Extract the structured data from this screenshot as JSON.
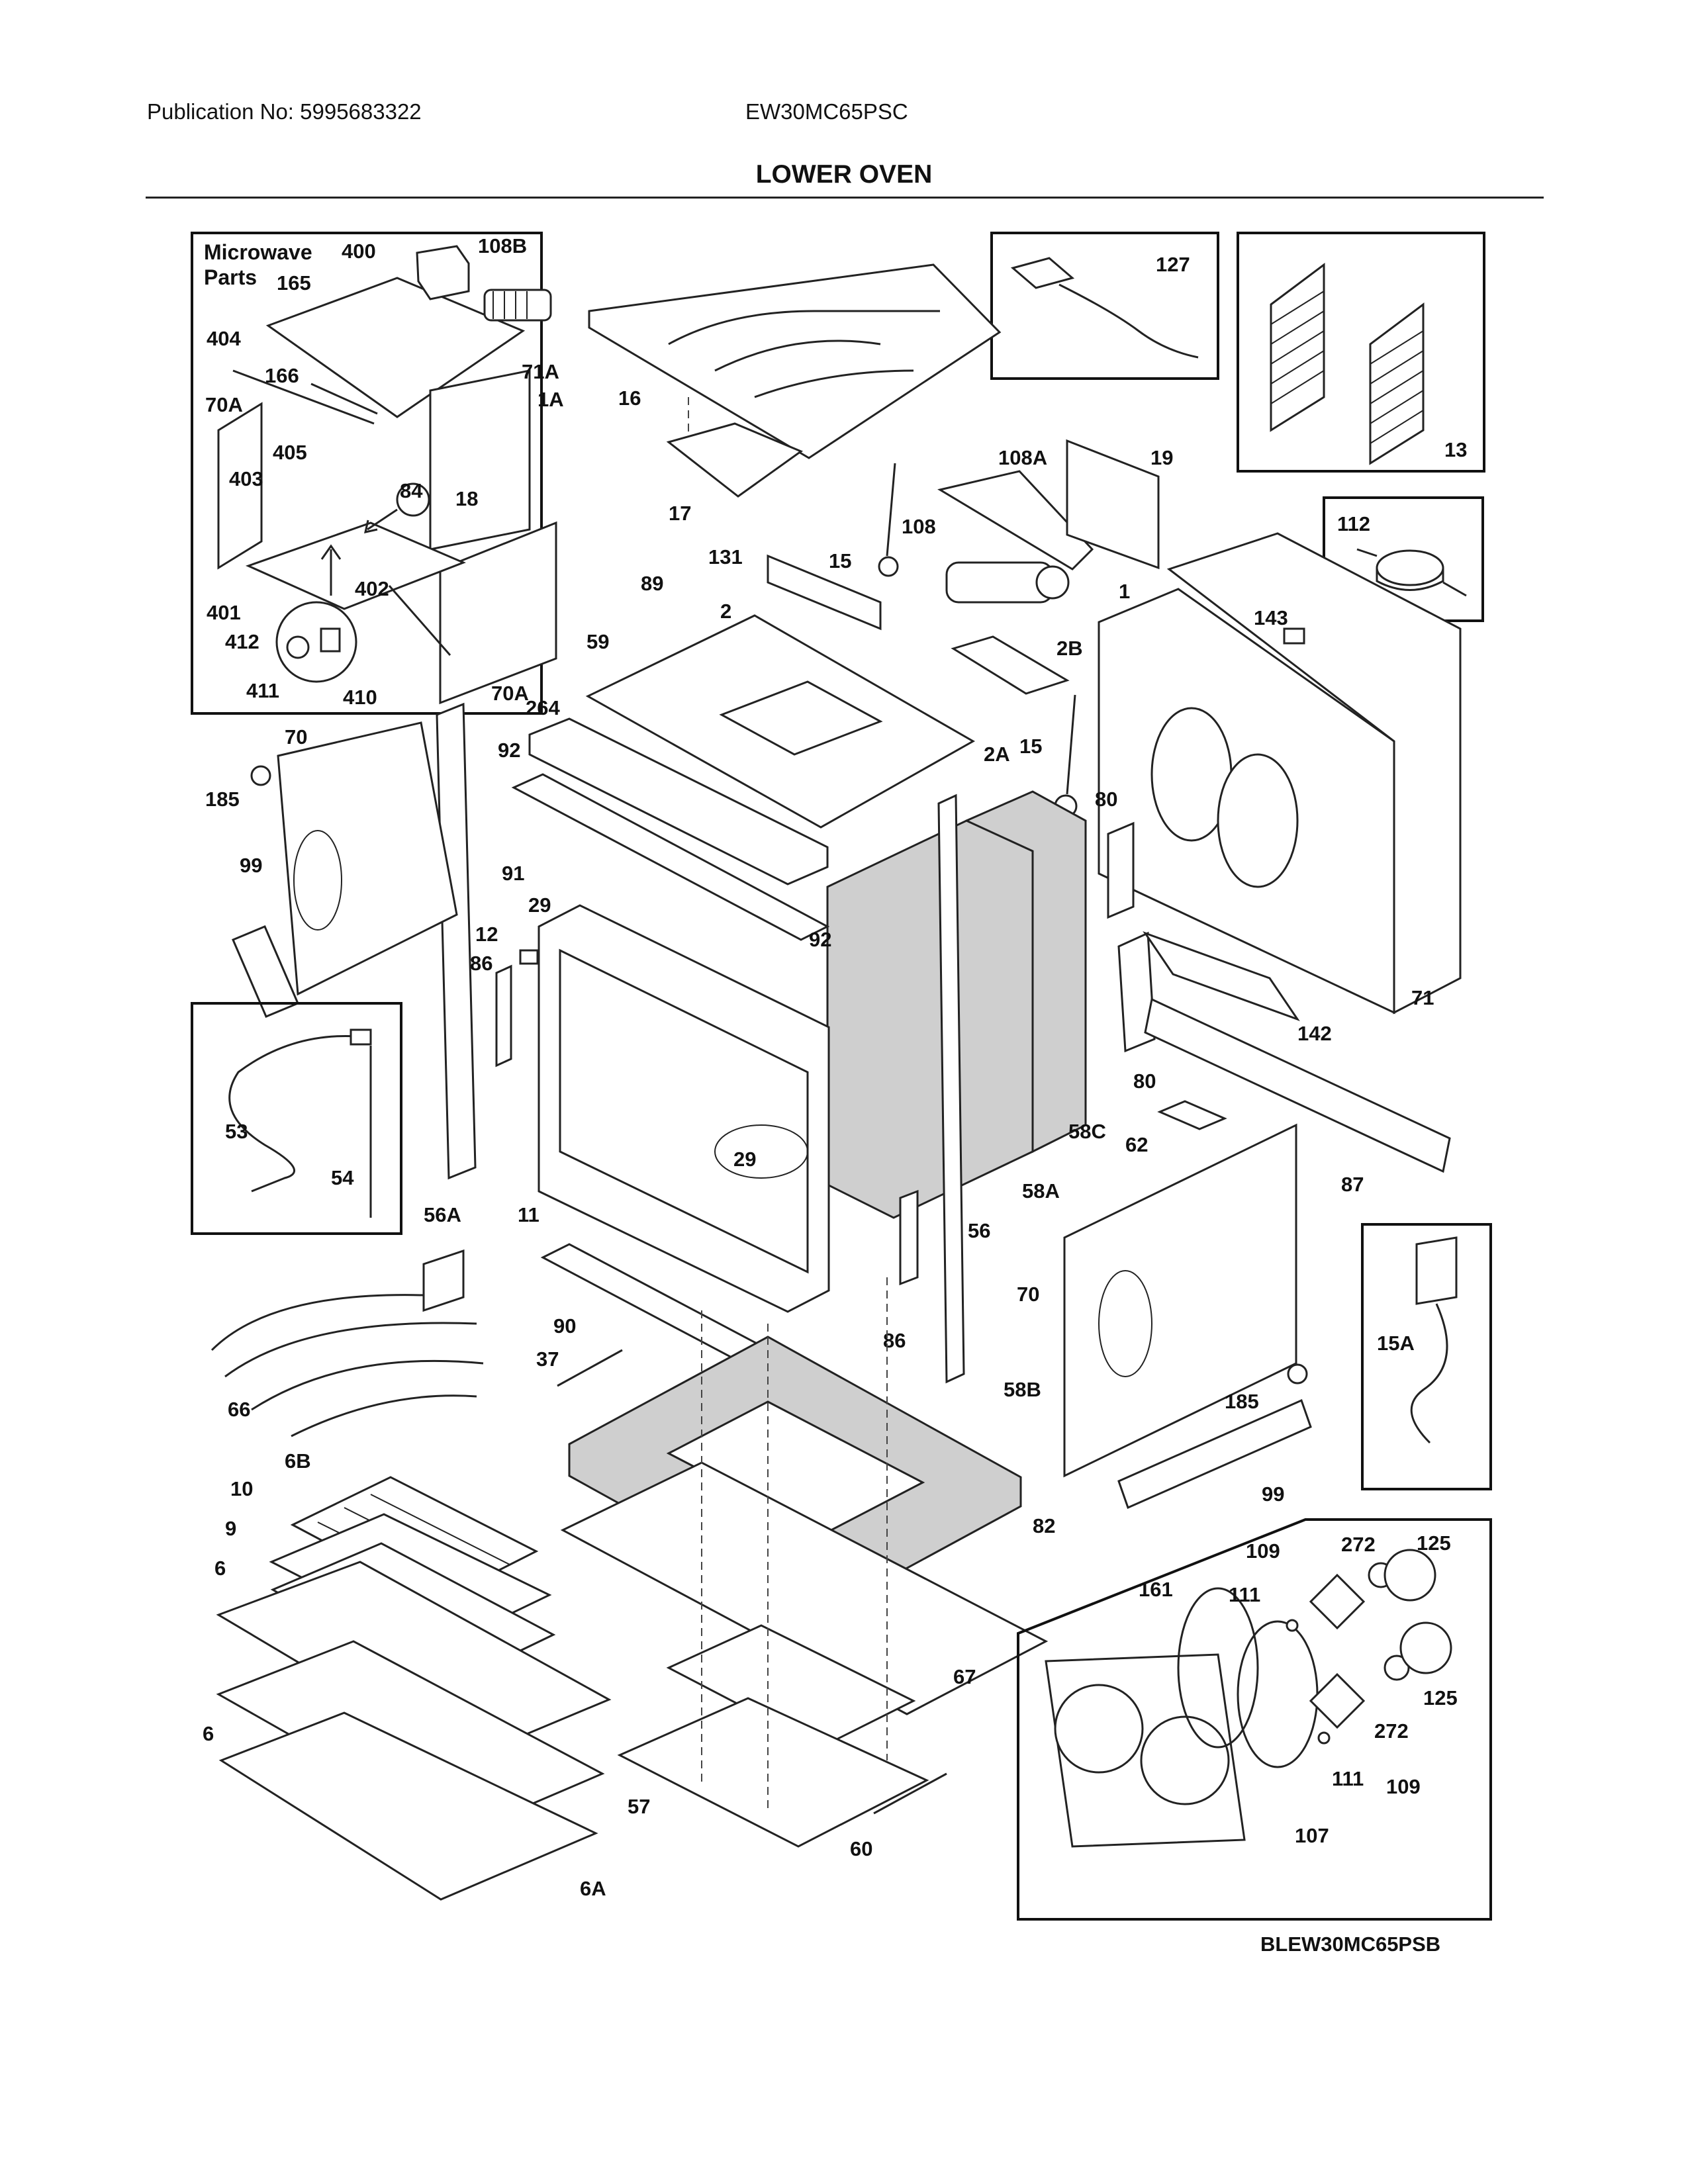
{
  "header": {
    "publication": "Publication No: 5995683322",
    "model": "EW30MC65PSC",
    "title": "LOWER OVEN"
  },
  "insets": {
    "microwave_title_line1": "Microwave",
    "microwave_title_line2": "Parts"
  },
  "footer_code": "BLEW30MC65PSB",
  "callouts": {
    "c400": "400",
    "c108B": "108B",
    "c165": "165",
    "c404": "404",
    "c166": "166",
    "c71A": "71A",
    "c1A": "1A",
    "c70A_top": "70A",
    "c405": "405",
    "c84": "84",
    "c18": "18",
    "c403": "403",
    "c401": "401",
    "c402": "402",
    "c412": "412",
    "c411": "411",
    "c410": "410",
    "c70A_bot": "70A",
    "c127": "127",
    "c13": "13",
    "c112": "112",
    "c16": "16",
    "c17": "17",
    "c108A": "108A",
    "c19": "19",
    "c108": "108",
    "c15_top": "15",
    "c131": "131",
    "c143": "143",
    "c89": "89",
    "c2": "2",
    "c1": "1",
    "c2B": "2B",
    "c59": "59",
    "c264": "264",
    "c2A": "2A",
    "c15_mid": "15",
    "c92_top": "92",
    "c70_top": "70",
    "c185_top": "185",
    "c80_top": "80",
    "c91": "91",
    "c29_top": "29",
    "c99_top": "99",
    "c12": "12",
    "c86_top": "86",
    "c92_mid": "92",
    "c71": "71",
    "c142": "142",
    "c80_bot": "80",
    "c53": "53",
    "c54": "54",
    "c29_mid": "29",
    "c58C": "58C",
    "c62": "62",
    "c87": "87",
    "c58A": "58A",
    "c56A": "56A",
    "c11": "11",
    "c56": "56",
    "c70_bot": "70",
    "c15A": "15A",
    "c90": "90",
    "c86_bot": "86",
    "c37": "37",
    "c185_bot": "185",
    "c66": "66",
    "c58B": "58B",
    "c99_bot": "99",
    "c6B": "6B",
    "c10": "10",
    "c9": "9",
    "c82": "82",
    "c109_top": "109",
    "c272_top": "272",
    "c125_top": "125",
    "c6_top": "6",
    "c161": "161",
    "c111_top": "111",
    "c67": "67",
    "c125_bot": "125",
    "c272_bot": "272",
    "c6_bot": "6",
    "c57": "57",
    "c111_bot": "111",
    "c109_bot": "109",
    "c60": "60",
    "c107": "107",
    "c6A": "6A"
  }
}
